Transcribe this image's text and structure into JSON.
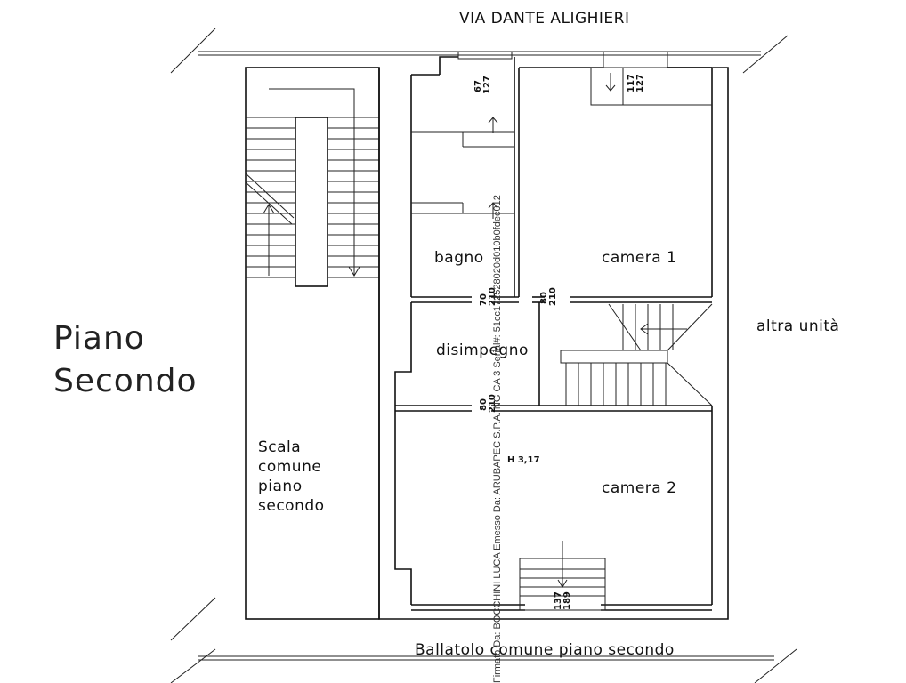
{
  "street": "VIA DANTE ALIGHIERI",
  "floor": {
    "line1": "Piano",
    "line2": "Secondo"
  },
  "rooms": {
    "bagno": "bagno",
    "camera1": "camera 1",
    "disimpegno": "disimpegno",
    "camera2": "camera 2",
    "altra_unita": "altra unità",
    "height_note": "H 3,17"
  },
  "stair_label": [
    "Scala",
    "comune",
    "piano",
    "secondo"
  ],
  "balcony_label": "Ballatolo comune piano secondo",
  "dimensions": {
    "window_top_left_a": "67",
    "window_top_left_b": "127",
    "window_top_right_a": "117",
    "window_top_right_b": "127",
    "door_bagno_a": "70",
    "door_bagno_b": "210",
    "door_camera1_a": "80",
    "door_camera1_b": "210",
    "door_camera2_a": "80",
    "door_camera2_b": "210",
    "window_bottom_a": "137",
    "window_bottom_b": "189"
  },
  "watermark": "Firmato Da: BOCCHINI LUCA Emesso Da: ARUBAPEC S.P.A. NG CA 3 Serial#: 51cc172528020d010b0fdec012"
}
